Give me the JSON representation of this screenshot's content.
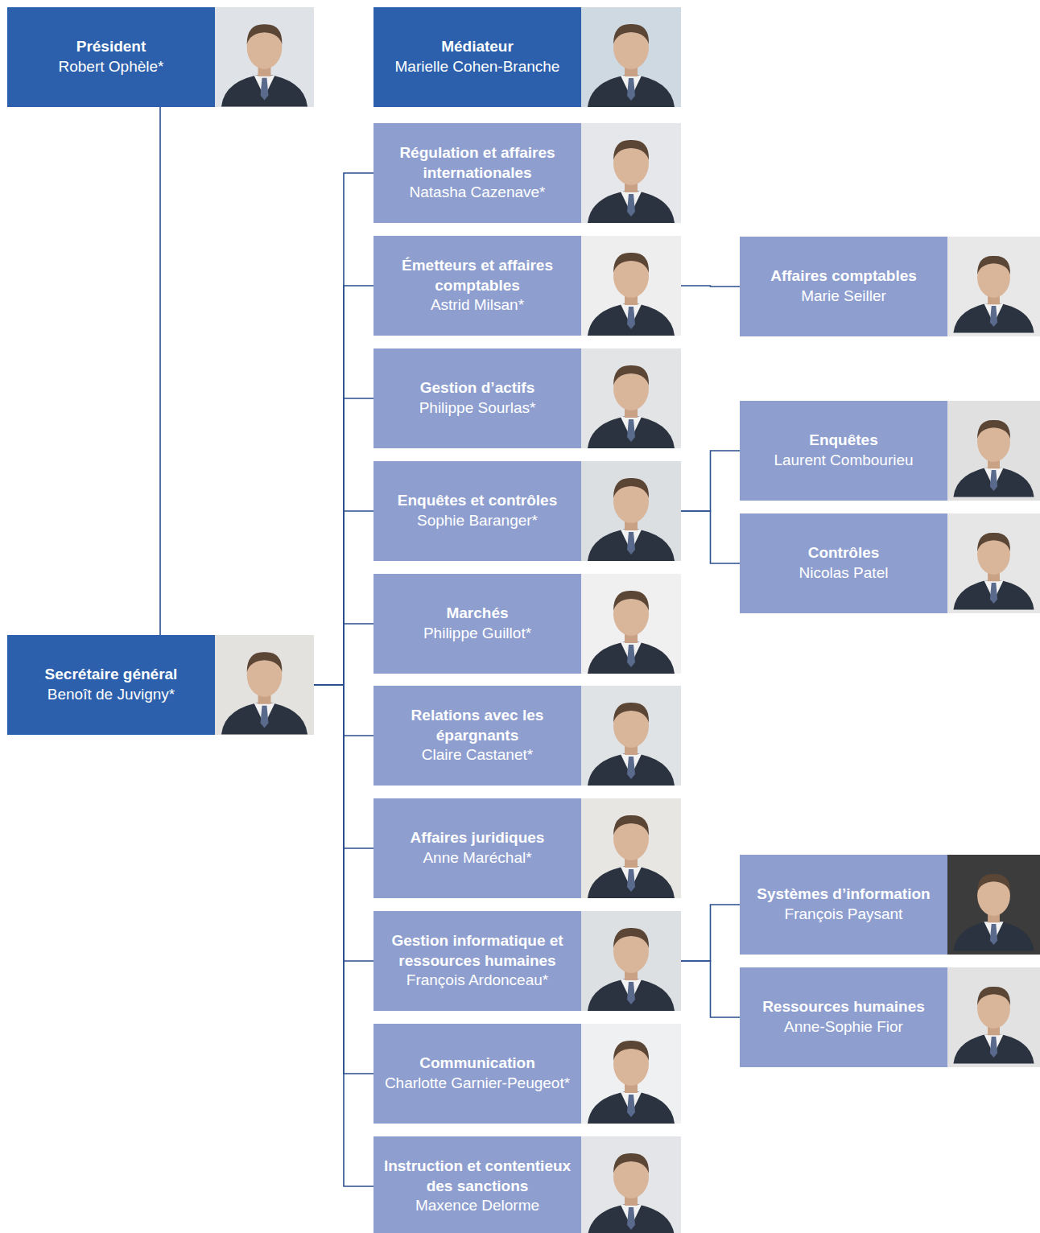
{
  "diagram": {
    "nodes": [
      {
        "text": [
          "Président",
          "Robert Ophèle*"
        ]
      },
      {
        "text": [
          "Médiateur",
          "Marielle Cohen-Branche"
        ]
      },
      {
        "text": [
          "Secrétaire général",
          "Benoît de Juvigny*"
        ]
      },
      {
        "text": [
          "Régulation et affaires internationales",
          "Natasha Cazenave*"
        ]
      },
      {
        "text": [
          "Émetteurs et affaires comptables",
          "Astrid Milsan*"
        ]
      },
      {
        "text": [
          "Affaires comptables",
          "Marie Seiller"
        ]
      },
      {
        "text": [
          "Gestion d’actifs",
          "Philippe Sourlas*"
        ]
      },
      {
        "text": [
          "Enquêtes et contrôles",
          "Sophie Baranger*"
        ]
      },
      {
        "text": [
          "Enquêtes",
          "Laurent Combourieu"
        ]
      },
      {
        "text": [
          "Contrôles",
          "Nicolas Patel"
        ]
      },
      {
        "text": [
          "Marchés",
          "Philippe Guillot*"
        ]
      },
      {
        "text": [
          "Relations avec les épargnants",
          "Claire Castanet*"
        ]
      },
      {
        "text": [
          "Affaires juridiques",
          "Anne Maréchal*"
        ]
      },
      {
        "text": [
          "Gestion informatique et ressources humaines",
          "François Ardonceau*"
        ]
      },
      {
        "text": [
          "Systèmes d’information",
          "François Paysant"
        ]
      },
      {
        "text": [
          "Ressources humaines",
          "Anne-Sophie Fior"
        ]
      },
      {
        "text": [
          "Communication",
          "Charlotte Garnier-Peugeot*"
        ]
      },
      {
        "text": [
          "Instruction et contentieux des sanctions",
          "Maxence Delorme"
        ]
      }
    ],
    "edges": [
      {
        "from": 0,
        "to": 2,
        "arrow": "none"
      },
      {
        "from": 2,
        "to": 3,
        "arrow": "none"
      },
      {
        "from": 2,
        "to": 4,
        "arrow": "none"
      },
      {
        "from": 2,
        "to": 6,
        "arrow": "none"
      },
      {
        "from": 2,
        "to": 7,
        "arrow": "none"
      },
      {
        "from": 2,
        "to": 10,
        "arrow": "none"
      },
      {
        "from": 2,
        "to": 11,
        "arrow": "none"
      },
      {
        "from": 2,
        "to": 12,
        "arrow": "none"
      },
      {
        "from": 2,
        "to": 13,
        "arrow": "none"
      },
      {
        "from": 2,
        "to": 16,
        "arrow": "none"
      },
      {
        "from": 2,
        "to": 17,
        "arrow": "none"
      },
      {
        "from": 4,
        "to": 5,
        "arrow": "none"
      },
      {
        "from": 7,
        "to": 8,
        "arrow": "none"
      },
      {
        "from": 7,
        "to": 9,
        "arrow": "none"
      },
      {
        "from": 13,
        "to": 14,
        "arrow": "none"
      },
      {
        "from": 13,
        "to": 15,
        "arrow": "none"
      }
    ]
  }
}
